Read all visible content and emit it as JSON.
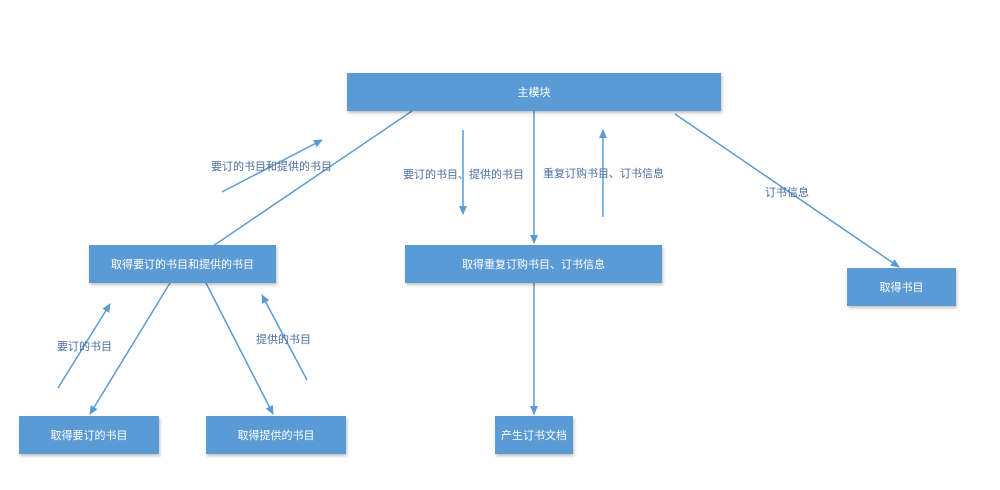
{
  "diagram": {
    "nodes": {
      "main": "主模块",
      "get_order_and_provide": "取得要订的书目和提供的书目",
      "get_repeat_order": "取得重复订购书目、订书信息",
      "get_books": "取得书目",
      "get_order_books": "取得要订的书目",
      "get_provided_books": "取得提供的书目",
      "produce_order_doc": "产生订书文档"
    },
    "edge_labels": {
      "order_and_provide": "要订的书目和提供的书目",
      "order_comma_provide": "要订的书目、提供的书目",
      "repeat_order_info": "重复订购书目、订书信息",
      "order_info": "订书信息",
      "order_books": "要订的书目",
      "provided_books": "提供的书目"
    },
    "colors": {
      "box_fill": "#5b9bd5",
      "line": "#5b9bd5",
      "text": "#ffffff"
    }
  }
}
